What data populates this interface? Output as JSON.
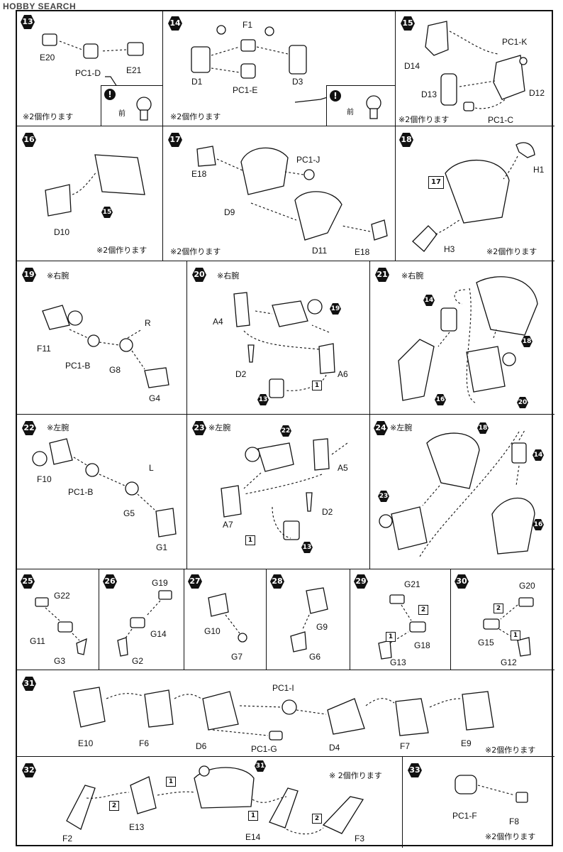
{
  "watermark": "HOBBY SEARCH",
  "steps": {
    "s13": {
      "num": "13",
      "labels": {
        "e20": "E20",
        "pc1d": "PC1-D",
        "e21": "E21"
      },
      "note": "※2個作ります",
      "callout_mae": "前"
    },
    "s14": {
      "num": "14",
      "labels": {
        "f1": "F1",
        "d1": "D1",
        "pc1e": "PC1-E",
        "d3": "D3"
      },
      "note": "※2個作ります",
      "callout_mae": "前"
    },
    "s15": {
      "num": "15",
      "labels": {
        "pc1k": "PC1-K",
        "d14": "D14",
        "d13": "D13",
        "d12": "D12",
        "pc1c": "PC1-C"
      },
      "note": "※2個作ります"
    },
    "s16": {
      "num": "16",
      "labels": {
        "d10": "D10"
      },
      "ref": "15",
      "note": "※2個作ります"
    },
    "s17": {
      "num": "17",
      "labels": {
        "e18a": "E18",
        "pc1j": "PC1-J",
        "d9": "D9",
        "d11": "D11",
        "e18b": "E18"
      },
      "note": "※2個作ります"
    },
    "s18": {
      "num": "18",
      "labels": {
        "h1": "H1",
        "h3": "H3"
      },
      "ref": "17",
      "note": "※2個作ります"
    },
    "s19": {
      "num": "19",
      "side": "※右腕",
      "labels": {
        "f11": "F11",
        "r": "R",
        "pc1b": "PC1-B",
        "g8": "G8",
        "g4": "G4"
      }
    },
    "s20": {
      "num": "20",
      "side": "※右腕",
      "labels": {
        "a4": "A4",
        "d2": "D2",
        "a6": "A6"
      },
      "ref19": "19",
      "ref13": "13",
      "box": "1"
    },
    "s21": {
      "num": "21",
      "side": "※右腕",
      "refs": {
        "r14": "14",
        "r18": "18",
        "r16": "16",
        "r20": "20"
      }
    },
    "s22": {
      "num": "22",
      "side": "※左腕",
      "labels": {
        "f10": "F10",
        "l": "L",
        "pc1b": "PC1-B",
        "g5": "G5",
        "g1": "G1"
      }
    },
    "s23": {
      "num": "23",
      "side": "※左腕",
      "labels": {
        "a5": "A5",
        "a7": "A7",
        "d2": "D2"
      },
      "ref22": "22",
      "ref13": "13",
      "box": "1"
    },
    "s24": {
      "num": "24",
      "side": "※左腕",
      "refs": {
        "r18": "18",
        "r14": "14",
        "r23": "23",
        "r16": "16"
      }
    },
    "s25": {
      "num": "25",
      "labels": {
        "g22": "G22",
        "g11": "G11",
        "g3": "G3"
      }
    },
    "s26": {
      "num": "26",
      "labels": {
        "g19": "G19",
        "g14": "G14",
        "g2": "G2"
      }
    },
    "s27": {
      "num": "27",
      "labels": {
        "g10": "G10",
        "g7": "G7"
      }
    },
    "s28": {
      "num": "28",
      "labels": {
        "g9": "G9",
        "g6": "G6"
      }
    },
    "s29": {
      "num": "29",
      "labels": {
        "g21": "G21",
        "g18": "G18",
        "g13": "G13"
      },
      "box1": "1",
      "box2": "2"
    },
    "s30": {
      "num": "30",
      "labels": {
        "g20": "G20",
        "g15": "G15",
        "g12": "G12"
      },
      "box1": "1",
      "box2": "2"
    },
    "s31": {
      "num": "31",
      "labels": {
        "pc1i": "PC1-I",
        "e10": "E10",
        "f6": "F6",
        "d6": "D6",
        "pc1g": "PC1-G",
        "d4": "D4",
        "f7": "F7",
        "e9": "E9"
      },
      "note": "※2個作ります"
    },
    "s32": {
      "num": "32",
      "labels": {
        "f2": "F2",
        "e13": "E13",
        "e14": "E14",
        "f3": "F3"
      },
      "ref": "31",
      "note": "※ 2個作ります",
      "box1": "1",
      "box2": "2"
    },
    "s33": {
      "num": "33",
      "labels": {
        "pc1f": "PC1-F",
        "f8": "F8"
      },
      "note": "※2個作ります"
    }
  }
}
